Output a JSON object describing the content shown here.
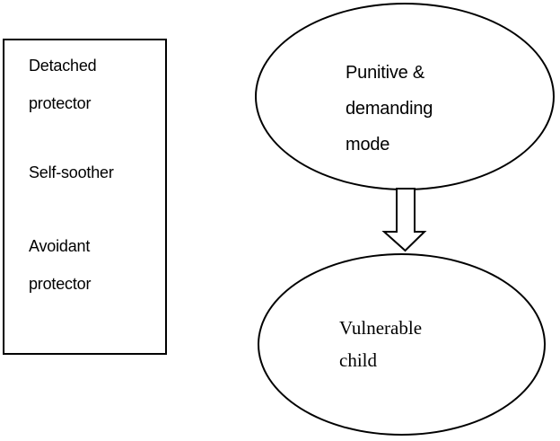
{
  "diagram": {
    "background_color": "#ffffff",
    "stroke_color": "#000000",
    "text_color": "#000000",
    "coping_modes_box": {
      "shape": "rectangle",
      "items": [
        {
          "label": "Detached\nprotector"
        },
        {
          "label": "Self-soother"
        },
        {
          "label": "Avoidant\nprotector"
        }
      ]
    },
    "punitive_node": {
      "shape": "ellipse",
      "label": "Punitive &\ndemanding\nmode"
    },
    "vulnerable_node": {
      "shape": "ellipse",
      "label": "Vulnerable\nchild"
    },
    "arrow": {
      "style": "hollow-block-arrow",
      "direction": "down",
      "from": "punitive_node",
      "to": "vulnerable_node"
    }
  }
}
